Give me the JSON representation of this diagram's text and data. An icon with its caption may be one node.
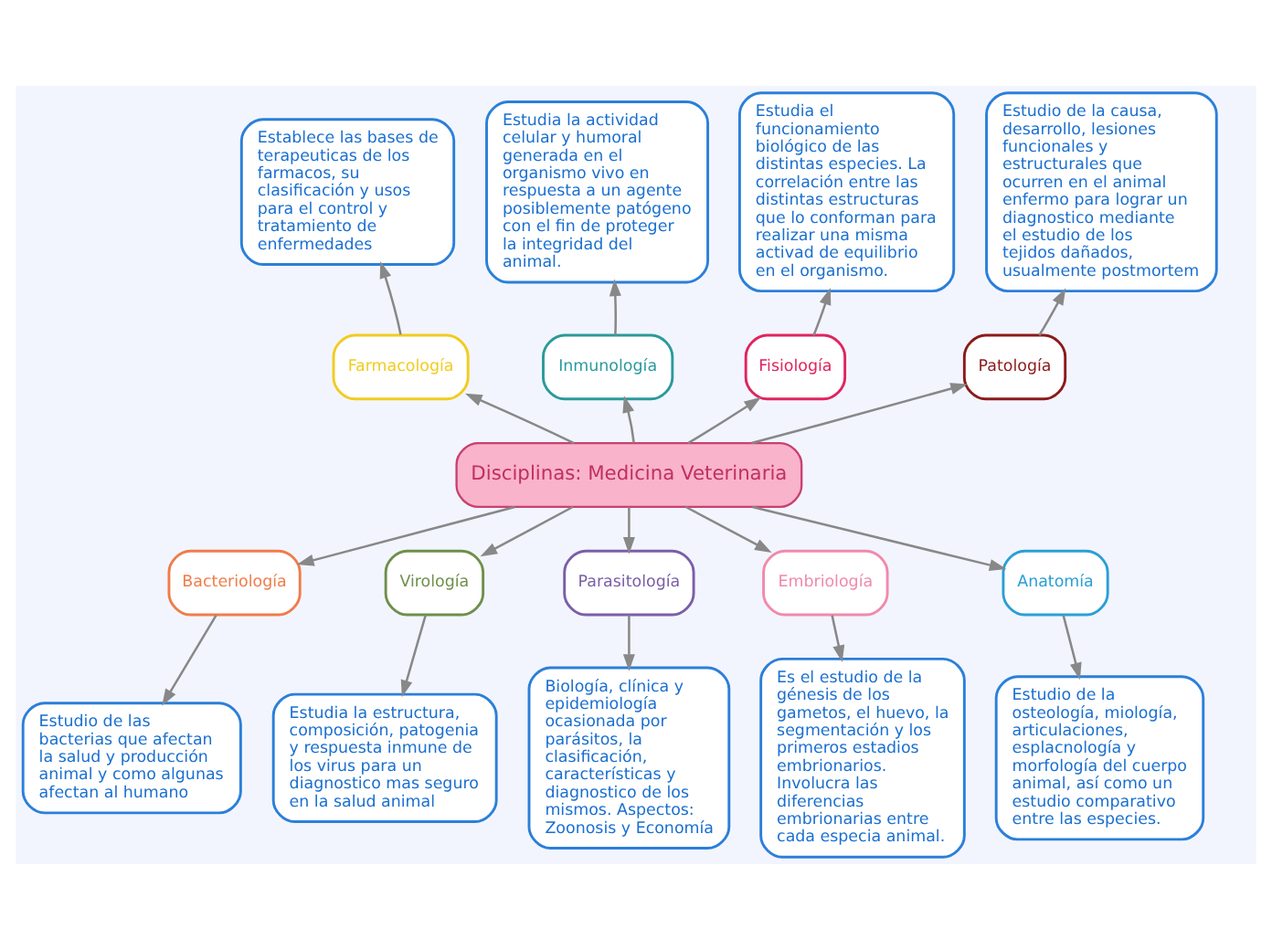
{
  "diagram": {
    "nodes": [
      {
        "text": [
          "Disciplinas: Medicina Veterinaria"
        ]
      },
      {
        "text": [
          "Farmacología"
        ]
      },
      {
        "text": [
          "Establece las bases de terapeuticas de los farmacos, su clasificación y usos para el control y tratamiento de enfermedades"
        ]
      },
      {
        "text": [
          "Inmunología"
        ]
      },
      {
        "text": [
          "Estudia la actividad celular y humoral generada en el organismo vivo en respuesta a un agente posiblemente patógeno con el fin de proteger la integridad del animal."
        ]
      },
      {
        "text": [
          "Fisiología"
        ]
      },
      {
        "text": [
          "Estudia el funcionamiento biológico de las distintas especies. La correlación entre las distintas estructuras que lo conforman para realizar una misma activad de equilibrio en el organismo."
        ]
      },
      {
        "text": [
          "Patología"
        ]
      },
      {
        "text": [
          "Estudio de la causa, desarrollo, lesiones funcionales y estructurales que ocurren en el animal enfermo para lograr un diagnostico mediante el estudio de los tejidos dañados, usualmente postmortem"
        ]
      },
      {
        "text": [
          "Bacteriología"
        ]
      },
      {
        "text": [
          "Estudio de las bacterias que afectan la salud y producción animal y como algunas afectan al humano"
        ]
      },
      {
        "text": [
          "Virología"
        ]
      },
      {
        "text": [
          "Estudia la estructura, composición, patogenia y respuesta inmune de los virus para un diagnostico mas seguro en la salud animal"
        ]
      },
      {
        "text": [
          "Parasitología"
        ]
      },
      {
        "text": [
          "Biología, clínica y epidemiología ocasionada por parásitos, la clasificación, características y diagnostico de los mismos. Aspectos: Zoonosis y Economía"
        ]
      },
      {
        "text": [
          "Embriología"
        ]
      },
      {
        "text": [
          "Es el estudio de la génesis de los gametos, el huevo, la segmentación y los primeros estadios embrionarios. Involucra las diferencias embrionarias entre cada especia animal."
        ]
      },
      {
        "text": [
          "Anatomía"
        ]
      },
      {
        "text": [
          "Estudio de la osteología, miología, articulaciones, esplacnología y morfología del cuerpo animal, así como un estudio comparativo entre las especies."
        ]
      }
    ],
    "edges": [
      {
        "from": 0,
        "to": 1,
        "arrow": "to"
      },
      {
        "from": 1,
        "to": 2,
        "arrow": "to"
      },
      {
        "from": 0,
        "to": 3,
        "arrow": "to"
      },
      {
        "from": 3,
        "to": 4,
        "arrow": "to"
      },
      {
        "from": 0,
        "to": 5,
        "arrow": "to"
      },
      {
        "from": 5,
        "to": 6,
        "arrow": "to"
      },
      {
        "from": 0,
        "to": 7,
        "arrow": "to"
      },
      {
        "from": 7,
        "to": 8,
        "arrow": "to"
      },
      {
        "from": 0,
        "to": 9,
        "arrow": "to"
      },
      {
        "from": 9,
        "to": 10,
        "arrow": "to"
      },
      {
        "from": 0,
        "to": 11,
        "arrow": "to"
      },
      {
        "from": 11,
        "to": 12,
        "arrow": "to"
      },
      {
        "from": 0,
        "to": 13,
        "arrow": "to"
      },
      {
        "from": 13,
        "to": 14,
        "arrow": "to"
      },
      {
        "from": 0,
        "to": 15,
        "arrow": "to"
      },
      {
        "from": 15,
        "to": 16,
        "arrow": "to"
      },
      {
        "from": 0,
        "to": 17,
        "arrow": "to"
      },
      {
        "from": 17,
        "to": 18,
        "arrow": "to"
      }
    ]
  }
}
